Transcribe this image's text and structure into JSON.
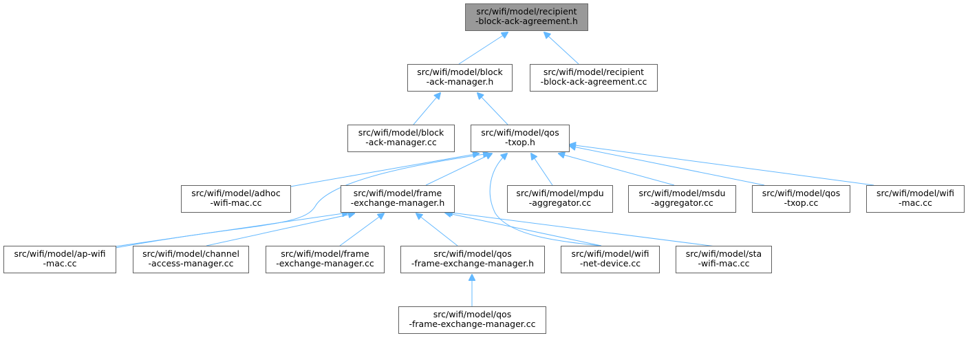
{
  "diagram": {
    "colors": {
      "edge": "#63b8ff",
      "node_fill": "#ffffff",
      "node_border": "#5f5f5f",
      "root_fill": "#999999",
      "text": "#000000"
    },
    "nodes": [
      {
        "id": "recipient_h",
        "lines": [
          "src/wifi/model/recipient",
          "-block-ack-agreement.h"
        ],
        "root": true
      },
      {
        "id": "block_ack_manager_h",
        "lines": [
          "src/wifi/model/block",
          "-ack-manager.h"
        ]
      },
      {
        "id": "recipient_cc",
        "lines": [
          "src/wifi/model/recipient",
          "-block-ack-agreement.cc"
        ]
      },
      {
        "id": "block_ack_manager_cc",
        "lines": [
          "src/wifi/model/block",
          "-ack-manager.cc"
        ]
      },
      {
        "id": "qos_txop_h",
        "lines": [
          "src/wifi/model/qos",
          "-txop.h"
        ]
      },
      {
        "id": "adhoc_cc",
        "lines": [
          "src/wifi/model/adhoc",
          "-wifi-mac.cc"
        ]
      },
      {
        "id": "fem_h",
        "lines": [
          "src/wifi/model/frame",
          "-exchange-manager.h"
        ]
      },
      {
        "id": "mpdu_cc",
        "lines": [
          "src/wifi/model/mpdu",
          "-aggregator.cc"
        ]
      },
      {
        "id": "msdu_cc",
        "lines": [
          "src/wifi/model/msdu",
          "-aggregator.cc"
        ]
      },
      {
        "id": "qos_txop_cc",
        "lines": [
          "src/wifi/model/qos",
          "-txop.cc"
        ]
      },
      {
        "id": "wifi_mac_cc",
        "lines": [
          "src/wifi/model/wifi",
          "-mac.cc"
        ]
      },
      {
        "id": "ap_cc",
        "lines": [
          "src/wifi/model/ap-wifi",
          "-mac.cc"
        ]
      },
      {
        "id": "cam_cc",
        "lines": [
          "src/wifi/model/channel",
          "-access-manager.cc"
        ]
      },
      {
        "id": "fem_cc",
        "lines": [
          "src/wifi/model/frame",
          "-exchange-manager.cc"
        ]
      },
      {
        "id": "qfem_h",
        "lines": [
          "src/wifi/model/qos",
          "-frame-exchange-manager.h"
        ]
      },
      {
        "id": "netdev_cc",
        "lines": [
          "src/wifi/model/wifi",
          "-net-device.cc"
        ]
      },
      {
        "id": "sta_cc",
        "lines": [
          "src/wifi/model/sta",
          "-wifi-mac.cc"
        ]
      },
      {
        "id": "qfem_cc",
        "lines": [
          "src/wifi/model/qos",
          "-frame-exchange-manager.cc"
        ]
      }
    ],
    "edges": [
      {
        "from": "block_ack_manager_h",
        "to": "recipient_h"
      },
      {
        "from": "recipient_cc",
        "to": "recipient_h"
      },
      {
        "from": "block_ack_manager_cc",
        "to": "block_ack_manager_h"
      },
      {
        "from": "qos_txop_h",
        "to": "block_ack_manager_h"
      },
      {
        "from": "adhoc_cc",
        "to": "qos_txop_h"
      },
      {
        "from": "ap_cc",
        "to": "qos_txop_h"
      },
      {
        "from": "fem_h",
        "to": "qos_txop_h"
      },
      {
        "from": "netdev_cc",
        "to": "qos_txop_h"
      },
      {
        "from": "mpdu_cc",
        "to": "qos_txop_h"
      },
      {
        "from": "msdu_cc",
        "to": "qos_txop_h"
      },
      {
        "from": "qos_txop_cc",
        "to": "qos_txop_h"
      },
      {
        "from": "wifi_mac_cc",
        "to": "qos_txop_h"
      },
      {
        "from": "ap_cc",
        "to": "fem_h"
      },
      {
        "from": "cam_cc",
        "to": "fem_h"
      },
      {
        "from": "fem_cc",
        "to": "fem_h"
      },
      {
        "from": "qfem_h",
        "to": "fem_h"
      },
      {
        "from": "netdev_cc",
        "to": "fem_h"
      },
      {
        "from": "sta_cc",
        "to": "fem_h"
      },
      {
        "from": "qfem_cc",
        "to": "qfem_h"
      }
    ]
  }
}
